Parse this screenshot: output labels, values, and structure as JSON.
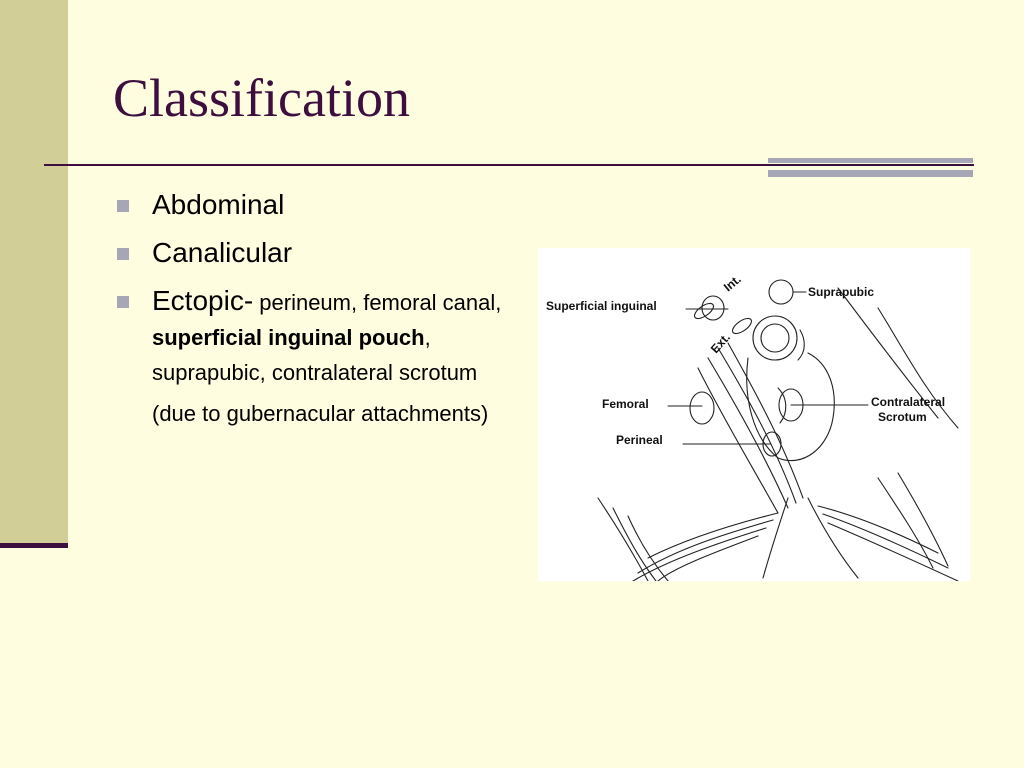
{
  "slide": {
    "title": "Classification",
    "bullets": [
      {
        "lead": "Abdominal"
      },
      {
        "lead": "Canalicular"
      },
      {
        "lead": "Ectopic-",
        "detail_a": " perineum, femoral canal, ",
        "detail_bold": "superficial inguinal pouch",
        "detail_b": ", suprapubic, contralateral scrotum",
        "note": "(due to gubernacular attachments)"
      }
    ]
  },
  "figure": {
    "labels": {
      "superficial_inguinal": "Superficial inguinal",
      "int": "Int.",
      "ext": "Ext.",
      "suprapubic": "Suprapubic",
      "femoral": "Femoral",
      "perineal": "Perineal",
      "contralateral": "Contralateral",
      "scrotum": "Scrotum"
    }
  },
  "colors": {
    "background": "#FFFDE0",
    "side_band": "#D2CE98",
    "title": "#3C0F3E",
    "accent": "#A6A6B6"
  }
}
